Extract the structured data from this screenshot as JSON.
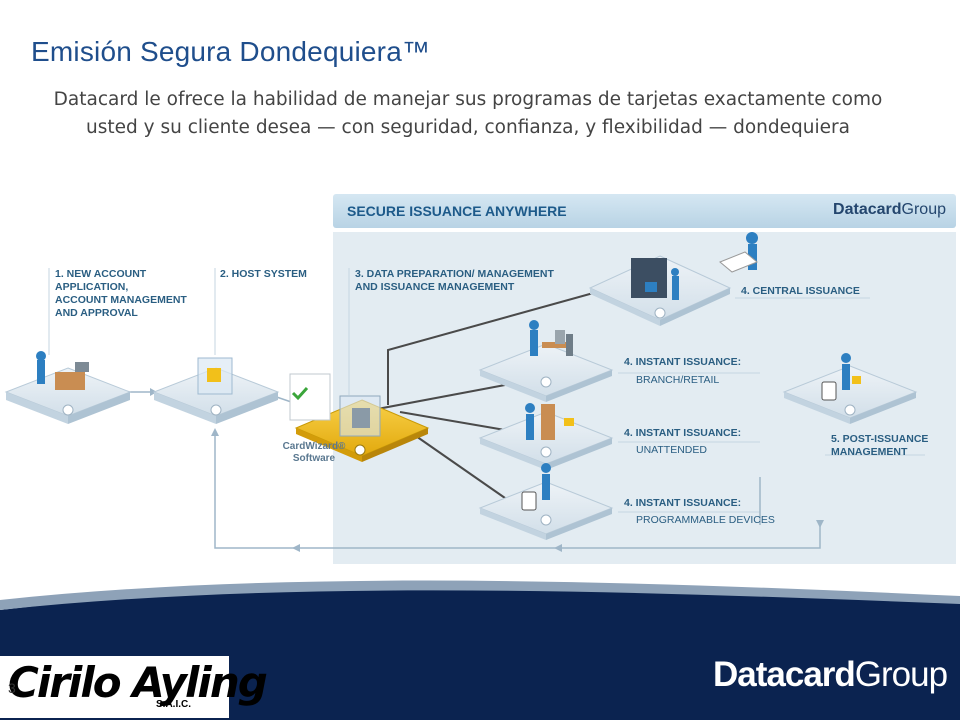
{
  "slide": {
    "title": "Emisión Segura Dondequiera™",
    "subtitle": "Datacard le ofrece la habilidad de manejar sus programas de tarjetas exactamente como usted y su cliente desea — con seguridad, confianza, y flexibilidad — dondequiera",
    "page_number": "3"
  },
  "diagram": {
    "panel_title": "SECURE ISSUANCE ANYWHERE",
    "panel_brand_a": "Datacard",
    "panel_brand_b": "Group",
    "steps": {
      "s1": "1. NEW ACCOUNT\n    APPLICATION,\n    ACCOUNT MANAGEMENT\n    AND APPROVAL",
      "s2": "2. HOST SYSTEM",
      "s3": "3. DATA PREPARATION/  MANAGEMENT\n    AND ISSUANCE MANAGEMENT",
      "s4_central": "4. CENTRAL ISSUANCE",
      "s4_branch": "4. INSTANT ISSUANCE:",
      "s4_branch_sub": "BRANCH/RETAIL",
      "s4_unattended": "4. INSTANT ISSUANCE:",
      "s4_unattended_sub": "UNATTENDED",
      "s4_devices": "4. INSTANT ISSUANCE:",
      "s4_devices_sub": "PROGRAMMABLE DEVICES",
      "s5": "5. POST-ISSUANCE\nMANAGEMENT"
    },
    "software_label": "CardWizard®\nSoftware",
    "platform_numbers": [
      "1",
      "2",
      "3",
      "4",
      "4",
      "4",
      "4",
      "5"
    ]
  },
  "footer": {
    "brand_a": "Datacard",
    "brand_b": "Group",
    "logo_main": "Cirilo Ayling",
    "logo_sub": "S.A.I.C."
  },
  "colors": {
    "title": "#1f4e8c",
    "diagram_text": "#2a5e82",
    "platform_top": "#dfe9f1",
    "platform_highlight": "#f2c01a",
    "footer_dark": "#0b2350"
  }
}
